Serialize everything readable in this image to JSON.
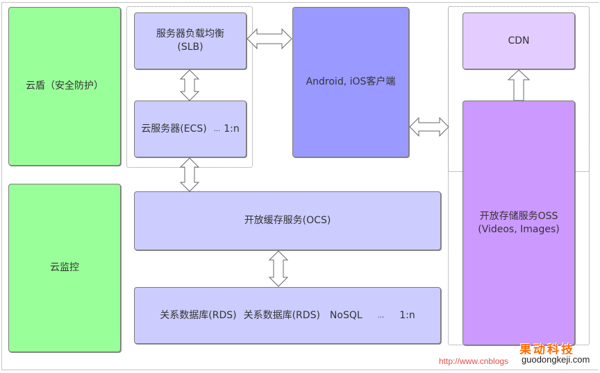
{
  "diagram": {
    "nodes": {
      "security": {
        "label": "云盾（安全防护）",
        "color": "#99ff99"
      },
      "monitor": {
        "label": "云监控",
        "color": "#99ff99"
      },
      "slb": {
        "line1": "服务器负载均衡",
        "line2": "(SLB)",
        "color": "#ccccff"
      },
      "ecs": {
        "label": "云服务器(ECS)",
        "suffix_ellipsis": "...",
        "suffix_ratio": "1:n",
        "color": "#ccccff"
      },
      "client": {
        "label": "Android, iOS客户端",
        "color": "#9999ff"
      },
      "cdn": {
        "label": "CDN",
        "color": "#e3ccff"
      },
      "ocs": {
        "label": "开放缓存服务(OCS)",
        "color": "#ccccff"
      },
      "oss": {
        "line1": "开放存储服务OSS",
        "line2": "(Videos, Images)",
        "color": "#cc99ff"
      },
      "db": {
        "items": [
          "关系数据库(RDS)",
          "关系数据库(RDS)",
          "NoSQL",
          "...",
          "1:n"
        ],
        "color": "#ccccff"
      }
    },
    "edges": [
      {
        "from": "slb",
        "to": "client",
        "type": "bidirectional"
      },
      {
        "from": "slb",
        "to": "ecs",
        "type": "bidirectional"
      },
      {
        "from": "ecs",
        "to": "ocs",
        "type": "bidirectional"
      },
      {
        "from": "ocs",
        "to": "db",
        "type": "bidirectional"
      },
      {
        "from": "client",
        "to": "storage-group",
        "type": "bidirectional"
      },
      {
        "from": "oss",
        "to": "cdn",
        "type": "unidirectional"
      }
    ],
    "groups": [
      "server-group (SLB + ECS)",
      "storage-group (CDN + OSS)"
    ]
  },
  "watermark": {
    "brand_cn": "果动科技",
    "site": "guodongkeji.com",
    "url_partial": "http://www.cnblogs"
  }
}
